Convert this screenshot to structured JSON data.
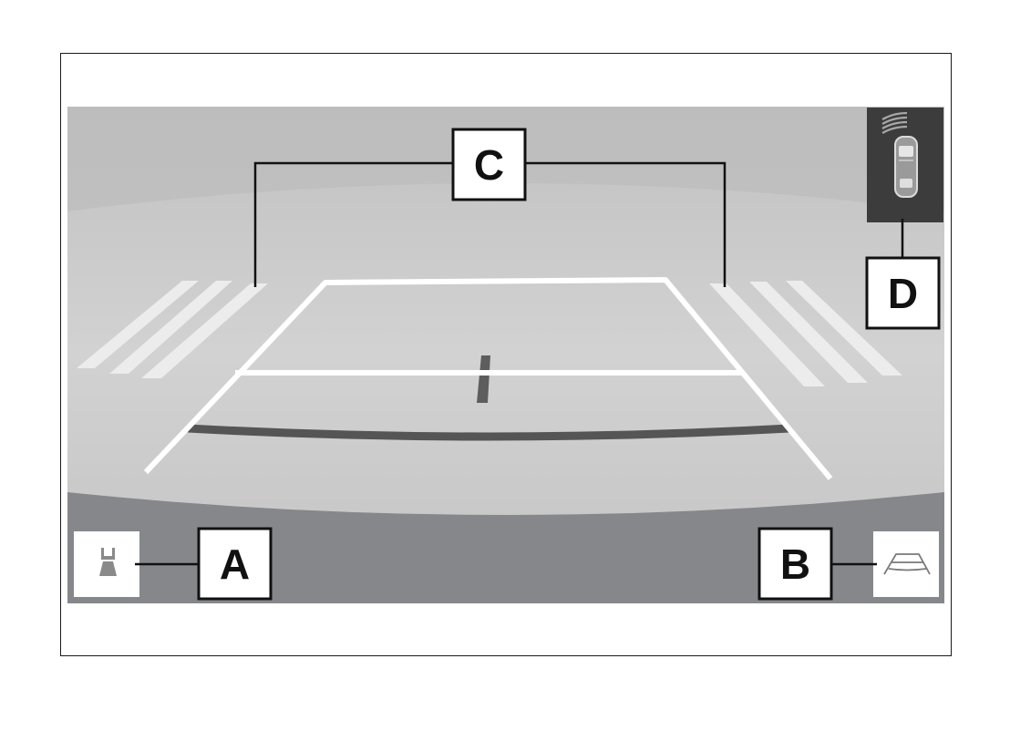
{
  "callouts": {
    "a": "A",
    "b": "B",
    "c": "C",
    "d": "D"
  },
  "icons": {
    "a": "camera-view-switch-icon",
    "b": "guideline-mode-icon",
    "d": "parking-sensor-indicator-icon"
  },
  "colors": {
    "screen_top": "#c2c2c2",
    "screen_middle": "#d0d0d0",
    "screen_bottom": "#858688",
    "guide_line": "#ffffff",
    "distance_line": "#555555",
    "indicator_panel": "#3c3c3c",
    "callout_border": "#111111"
  }
}
